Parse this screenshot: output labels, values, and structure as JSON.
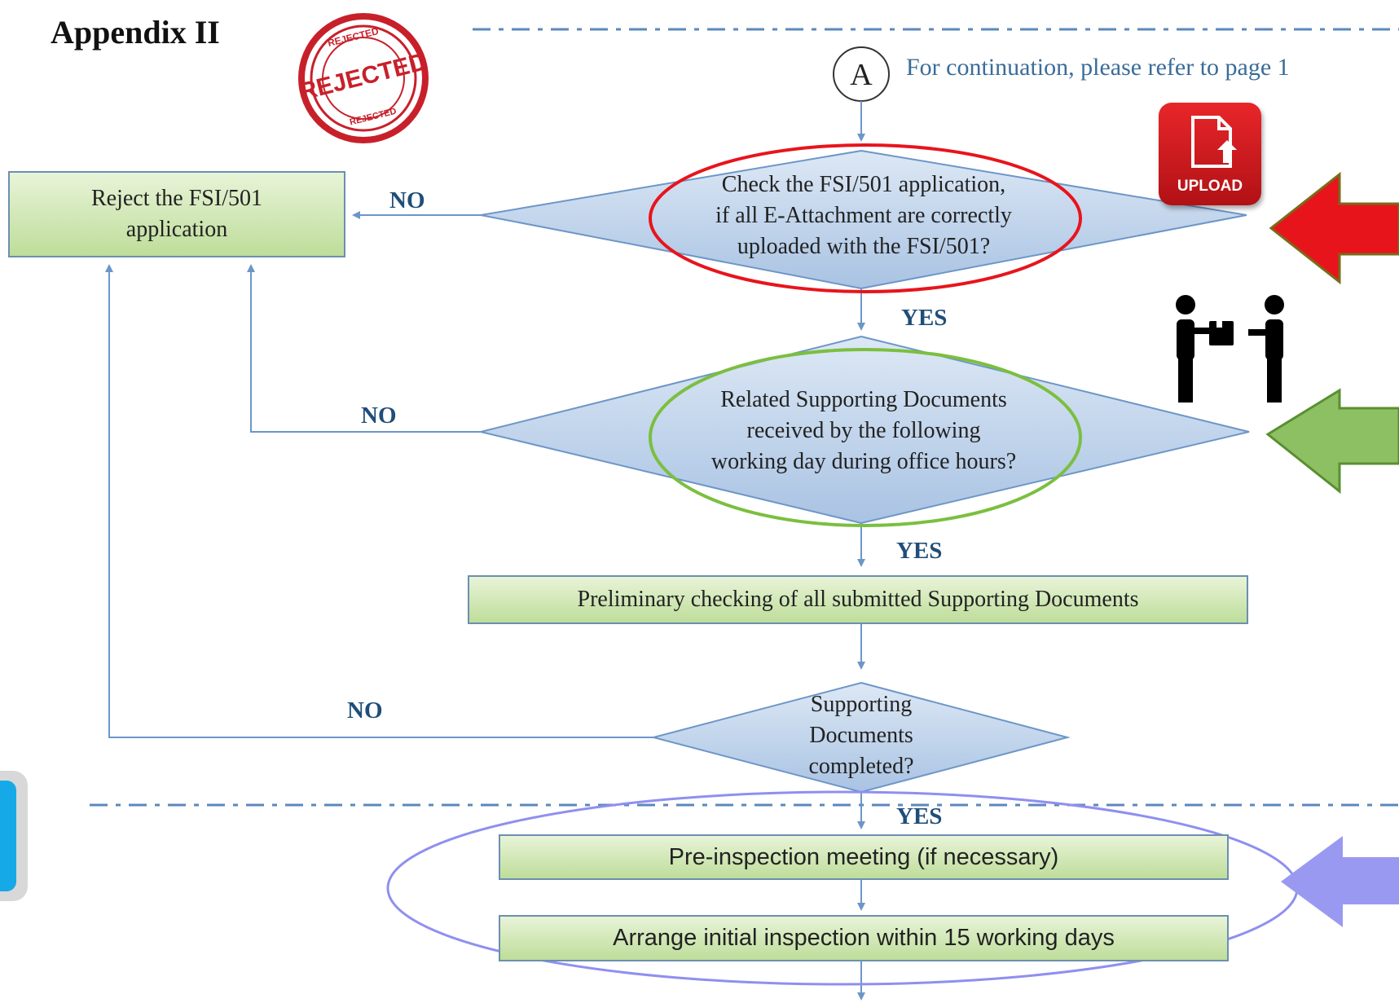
{
  "header": {
    "title": "Appendix II",
    "continuation_note": "For continuation, please refer to page 1",
    "connector": "A"
  },
  "stamp": {
    "top_text": "REJECTED",
    "main_text": "REJECTED",
    "bottom_text": "REJECTED",
    "color": "#c8202a"
  },
  "upload_icon": {
    "label": "UPLOAD",
    "color": "#d11a20"
  },
  "handover_icon": {
    "name": "document-handover-icon"
  },
  "flow": {
    "reject_box": [
      "Reject the FSI/501",
      "application"
    ],
    "decision_1": [
      "Check the FSI/501 application,",
      "if all E-Attachment are correctly",
      "uploaded with the FSI/501?"
    ],
    "decision_2": [
      "Related Supporting Documents",
      "received by the following",
      "working day during office hours?"
    ],
    "process_preliminary": "Preliminary checking of all submitted Supporting Documents",
    "decision_3": [
      "Supporting",
      "Documents",
      "completed?"
    ],
    "process_meeting": "Pre-inspection meeting (if necessary)",
    "process_inspection": "Arrange initial inspection within 15 working days",
    "labels": {
      "no": "NO",
      "yes": "YES"
    }
  },
  "highlights": {
    "red": "#e8141c",
    "green": "#7bbf3f",
    "purple": "#8f8ff0",
    "green_arrow_fill": "#8dc063",
    "purple_arrow_fill": "#9a99f2"
  },
  "colors": {
    "flow_line": "#6d96c8",
    "label_text": "#1f4e79",
    "diamond_fill_top": "#dde8f5",
    "diamond_fill_bottom": "#a9c3e3",
    "box_fill_top": "#e8f4d8",
    "box_fill_bottom": "#bedd9a"
  }
}
